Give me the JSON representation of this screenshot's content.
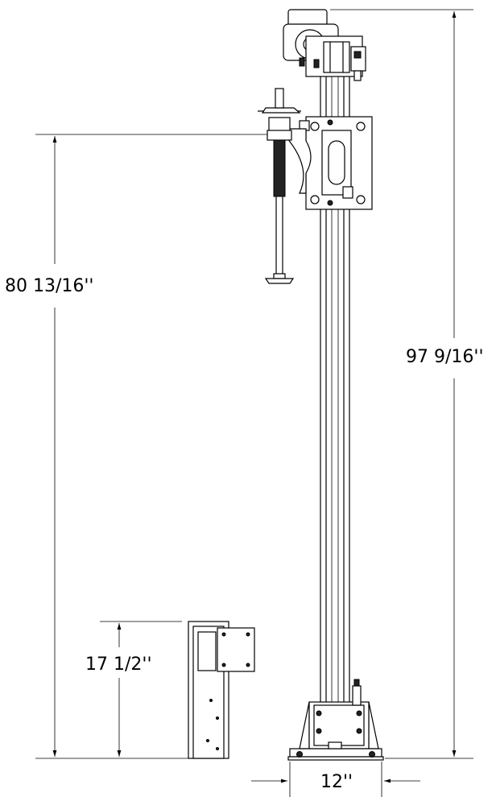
{
  "dimensions": {
    "overall_height": "97 9/16''",
    "arm_height": "80 13/16''",
    "base_height": "17 1/2''",
    "base_width": "12''"
  },
  "colors": {
    "line": "#000000",
    "background": "#ffffff"
  }
}
